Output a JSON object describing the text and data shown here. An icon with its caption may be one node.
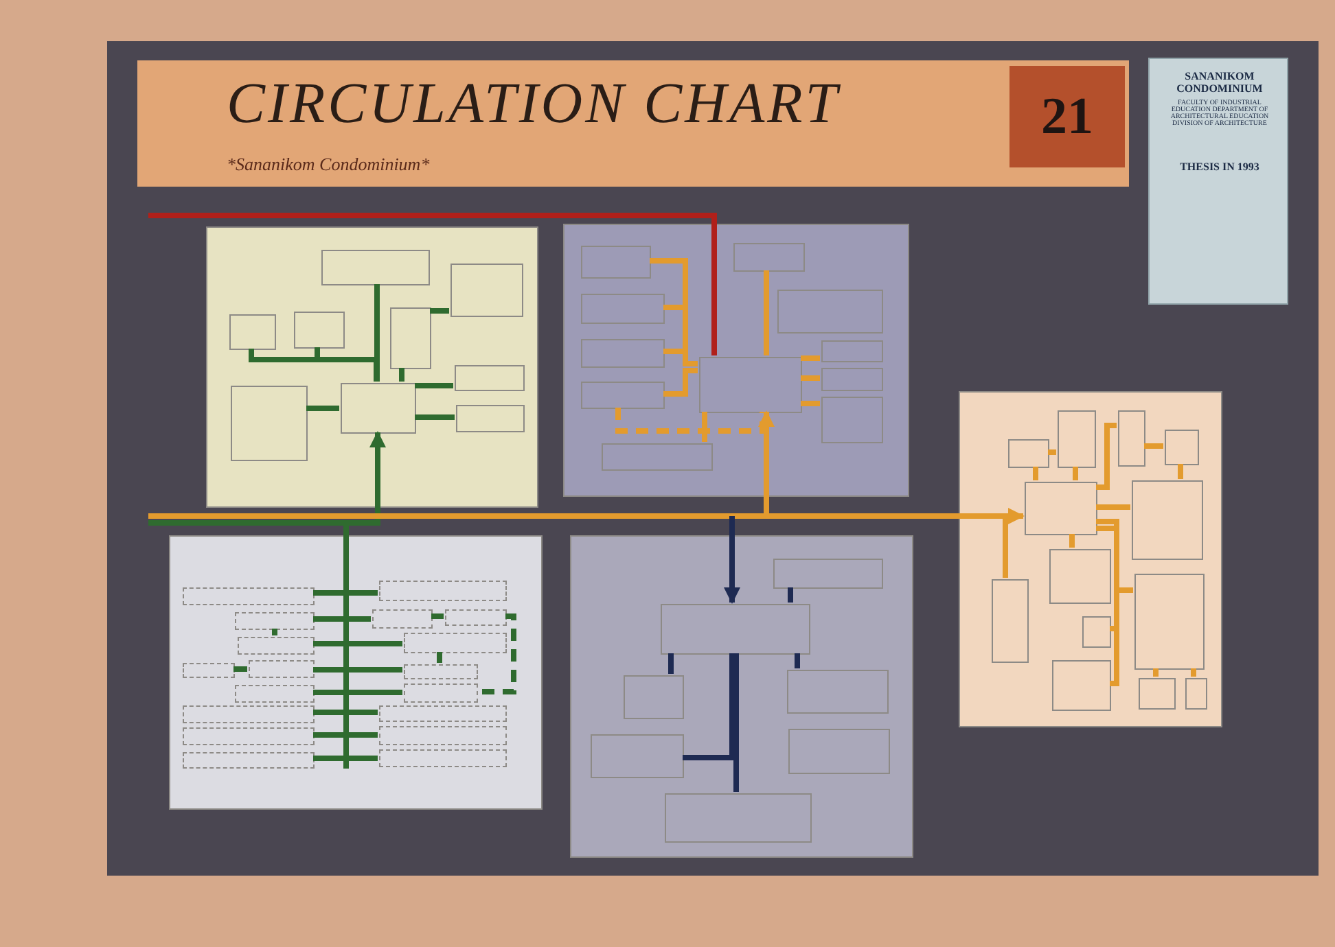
{
  "diagram": {
    "title": "CIRCULATION CHART",
    "nodes": [
      {
        "text": [],
        "shape": "box"
      },
      {
        "text": [],
        "shape": "box",
        "in": 0
      },
      {
        "text": [],
        "shape": "box",
        "in": 0
      },
      {
        "text": [],
        "shape": "box",
        "in": 0
      },
      {
        "text": [],
        "shape": "box",
        "in": 0
      },
      {
        "text": [],
        "shape": "box",
        "in": 0
      },
      {
        "text": [],
        "shape": "box",
        "in": 0
      },
      {
        "text": [],
        "shape": "box",
        "in": 0
      },
      {
        "text": [],
        "shape": "box",
        "in": 0
      },
      {
        "text": [],
        "shape": "box",
        "in": 0
      },
      {
        "text": [],
        "shape": "box"
      },
      {
        "text": [],
        "shape": "box",
        "in": 10
      },
      {
        "text": [],
        "shape": "box",
        "in": 10
      },
      {
        "text": [],
        "shape": "box",
        "in": 10
      },
      {
        "text": [],
        "shape": "box",
        "in": 10
      },
      {
        "text": [],
        "shape": "box",
        "in": 10
      },
      {
        "text": [],
        "shape": "box",
        "in": 10
      },
      {
        "text": [],
        "shape": "box",
        "in": 10
      },
      {
        "text": [],
        "shape": "box",
        "in": 10
      },
      {
        "text": [],
        "shape": "box",
        "in": 10
      },
      {
        "text": [],
        "shape": "box",
        "in": 10
      },
      {
        "text": [],
        "shape": "box",
        "in": 10
      },
      {
        "text": [],
        "shape": "box"
      },
      {
        "text": [],
        "shape": "box",
        "in": 22
      },
      {
        "text": [],
        "shape": "box",
        "in": 22
      },
      {
        "text": [],
        "shape": "box",
        "in": 22
      },
      {
        "text": [],
        "shape": "box",
        "in": 22
      },
      {
        "text": [],
        "shape": "box",
        "in": 22
      },
      {
        "text": [],
        "shape": "box",
        "in": 22
      },
      {
        "text": [],
        "shape": "box",
        "in": 22
      },
      {
        "text": [],
        "shape": "box",
        "in": 22
      },
      {
        "text": [],
        "shape": "box",
        "in": 22
      },
      {
        "text": [],
        "shape": "box",
        "in": 22
      },
      {
        "text": [],
        "shape": "box",
        "in": 22
      },
      {
        "text": [],
        "shape": "box",
        "in": 22
      },
      {
        "text": [],
        "shape": "box",
        "in": 22
      },
      {
        "text": [],
        "shape": "box"
      },
      {
        "text": [],
        "shape": "box",
        "in": 36
      },
      {
        "text": [],
        "shape": "box",
        "in": 36
      },
      {
        "text": [],
        "shape": "box",
        "in": 36
      },
      {
        "text": [],
        "shape": "box",
        "in": 36
      },
      {
        "text": [],
        "shape": "box",
        "in": 36
      },
      {
        "text": [],
        "shape": "box",
        "in": 36
      },
      {
        "text": [],
        "shape": "box",
        "in": 36
      },
      {
        "text": [],
        "shape": "box",
        "in": 36
      },
      {
        "text": [],
        "shape": "box",
        "in": 36
      },
      {
        "text": [],
        "shape": "box",
        "in": 36
      },
      {
        "text": [],
        "shape": "box",
        "in": 36
      },
      {
        "text": [],
        "shape": "box",
        "in": 36
      },
      {
        "text": [],
        "shape": "box",
        "in": 36
      },
      {
        "text": [],
        "shape": "box",
        "in": 36
      },
      {
        "text": [],
        "shape": "box",
        "in": 36
      },
      {
        "text": [],
        "shape": "box",
        "in": 36
      },
      {
        "text": [],
        "shape": "box",
        "in": 36
      },
      {
        "text": [],
        "shape": "box",
        "in": 36
      },
      {
        "text": [],
        "shape": "box"
      },
      {
        "text": [],
        "shape": "box",
        "in": 55
      },
      {
        "text": [],
        "shape": "box",
        "in": 55
      },
      {
        "text": [],
        "shape": "box",
        "in": 55
      },
      {
        "text": [],
        "shape": "box",
        "in": 55
      },
      {
        "text": [],
        "shape": "box",
        "in": 55
      },
      {
        "text": [],
        "shape": "box",
        "in": 55
      },
      {
        "text": [],
        "shape": "box",
        "in": 55
      }
    ],
    "edges": [
      {
        "from": 7,
        "to": 1,
        "arrow": "none",
        "color": "#2f6b2f"
      },
      {
        "from": 7,
        "to": 3,
        "arrow": "none",
        "color": "#2f6b2f"
      },
      {
        "from": 7,
        "to": 4,
        "arrow": "none",
        "color": "#2f6b2f"
      },
      {
        "from": 7,
        "to": 5,
        "arrow": "none",
        "color": "#2f6b2f"
      },
      {
        "from": 5,
        "to": 2,
        "arrow": "none",
        "color": "#2f6b2f"
      },
      {
        "from": 7,
        "to": 8,
        "arrow": "none",
        "color": "#2f6b2f"
      },
      {
        "from": 7,
        "to": 9,
        "arrow": "none",
        "color": "#2f6b2f"
      },
      {
        "from": 7,
        "to": 6,
        "arrow": "none",
        "color": "#2f6b2f"
      },
      {
        "from": 36,
        "to": 7,
        "arrow": "to",
        "color": "#2f6b2f"
      },
      {
        "from": 20,
        "to": 11,
        "arrow": "none",
        "color": "#e39b2e"
      },
      {
        "from": 20,
        "to": 12,
        "arrow": "none",
        "color": "#e39b2e"
      },
      {
        "from": 20,
        "to": 13,
        "arrow": "none",
        "color": "#e39b2e"
      },
      {
        "from": 20,
        "to": 14,
        "arrow": "none",
        "color": "#e39b2e"
      },
      {
        "from": 20,
        "to": 15,
        "arrow": "none",
        "color": "#e39b2e"
      },
      {
        "from": 20,
        "to": 17,
        "arrow": "none",
        "color": "#e39b2e"
      },
      {
        "from": 20,
        "to": 18,
        "arrow": "none",
        "color": "#e39b2e"
      },
      {
        "from": 20,
        "to": 19,
        "arrow": "none",
        "color": "#e39b2e"
      },
      {
        "from": 20,
        "to": 21,
        "arrow": "none",
        "color": "#e39b2e"
      },
      {
        "from": 14,
        "to": 20,
        "arrow": "none",
        "style": "dashed",
        "color": "#e39b2e"
      },
      {
        "from": null,
        "to": 20,
        "arrow": "to",
        "color": "#e39b2e"
      },
      {
        "from": null,
        "to": 20,
        "arrow": "none",
        "color": "#b0201a"
      },
      {
        "from": 27,
        "to": 24,
        "arrow": "none",
        "color": "#e39b2e"
      },
      {
        "from": 27,
        "to": 25,
        "arrow": "none",
        "color": "#e39b2e"
      },
      {
        "from": 27,
        "to": 28,
        "arrow": "none",
        "color": "#e39b2e"
      },
      {
        "from": 27,
        "to": 30,
        "arrow": "none",
        "color": "#e39b2e"
      },
      {
        "from": 27,
        "to": 31,
        "arrow": "none",
        "color": "#e39b2e"
      },
      {
        "from": 27,
        "to": 32,
        "arrow": "none",
        "color": "#e39b2e"
      },
      {
        "from": 27,
        "to": 33,
        "arrow": "none",
        "color": "#e39b2e"
      },
      {
        "from": 23,
        "to": 27,
        "arrow": "none",
        "color": "#e39b2e"
      },
      {
        "from": 23,
        "to": 24,
        "arrow": "none",
        "color": "#e39b2e"
      },
      {
        "from": 25,
        "to": 26,
        "arrow": "none",
        "color": "#e39b2e"
      },
      {
        "from": 26,
        "to": 28,
        "arrow": "none",
        "color": "#e39b2e"
      },
      {
        "from": 31,
        "to": 34,
        "arrow": "none",
        "color": "#e39b2e"
      },
      {
        "from": 31,
        "to": 35,
        "arrow": "none",
        "color": "#e39b2e"
      },
      {
        "from": null,
        "to": 27,
        "arrow": "to",
        "color": "#e39b2e"
      },
      {
        "from": null,
        "to": 29,
        "arrow": "none",
        "color": "#e39b2e"
      },
      {
        "from": 37,
        "to": 46,
        "arrow": "none",
        "color": "#2f6b2f"
      },
      {
        "from": 38,
        "to": 47,
        "arrow": "none",
        "color": "#2f6b2f"
      },
      {
        "from": 39,
        "to": 49,
        "arrow": "none",
        "color": "#2f6b2f"
      },
      {
        "from": 41,
        "to": 50,
        "arrow": "none",
        "color": "#2f6b2f"
      },
      {
        "from": 42,
        "to": 51,
        "arrow": "none",
        "color": "#2f6b2f"
      },
      {
        "from": 43,
        "to": 52,
        "arrow": "none",
        "color": "#2f6b2f"
      },
      {
        "from": 44,
        "to": 53,
        "arrow": "none",
        "color": "#2f6b2f"
      },
      {
        "from": 45,
        "to": 54,
        "arrow": "none",
        "color": "#2f6b2f"
      },
      {
        "from": 38,
        "to": 39,
        "arrow": "none",
        "color": "#2f6b2f"
      },
      {
        "from": 40,
        "to": 41,
        "arrow": "none",
        "color": "#2f6b2f"
      },
      {
        "from": 47,
        "to": 48,
        "arrow": "none",
        "color": "#2f6b2f"
      },
      {
        "from": 49,
        "to": 50,
        "arrow": "none",
        "color": "#2f6b2f"
      },
      {
        "from": 48,
        "to": 51,
        "arrow": "none",
        "style": "dashed",
        "color": "#2f6b2f"
      },
      {
        "from": 57,
        "to": 56,
        "arrow": "none",
        "color": "#1e2a52"
      },
      {
        "from": 57,
        "to": 58,
        "arrow": "none",
        "color": "#1e2a52"
      },
      {
        "from": 57,
        "to": 59,
        "arrow": "none",
        "color": "#1e2a52"
      },
      {
        "from": 57,
        "to": 60,
        "arrow": "none",
        "color": "#1e2a52"
      },
      {
        "from": 57,
        "to": 62,
        "arrow": "none",
        "color": "#1e2a52"
      },
      {
        "from": null,
        "to": 57,
        "arrow": "to",
        "color": "#1e2a52"
      }
    ],
    "labels": [
      "*Sananikom Condominium*",
      "21",
      "SANANIKOM CONDOMINIUM",
      "FACULTY OF INDUSTRIAL EDUCATION DEPARTMENT OF ARCHITECTURAL EDUCATION DIVISION OF ARCHITECTURE",
      "THESIS IN 1993"
    ]
  }
}
